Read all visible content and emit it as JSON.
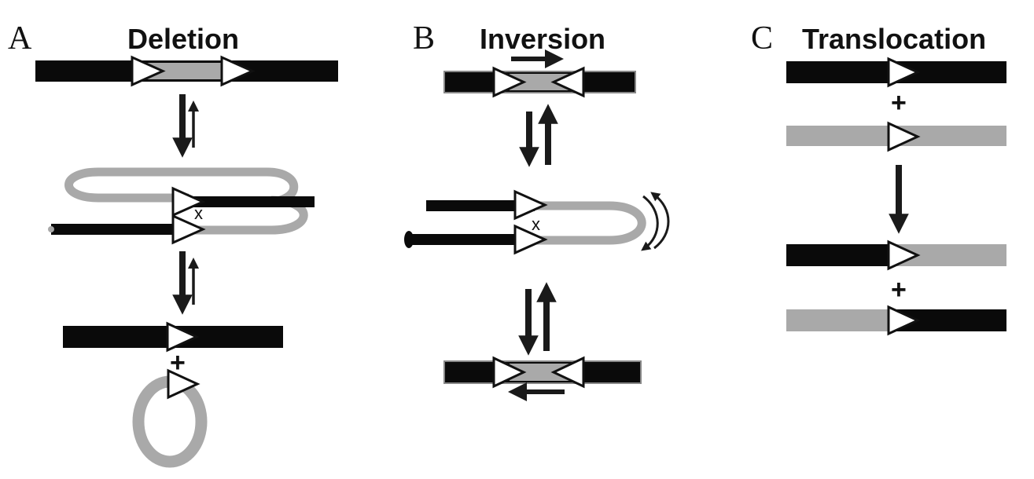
{
  "panels": {
    "deletion": {
      "letter": "A",
      "title": "Deletion",
      "cross": "x",
      "plus": "+"
    },
    "inversion": {
      "letter": "B",
      "title": "Inversion",
      "cross": "x"
    },
    "translocation": {
      "letter": "C",
      "title": "Translocation",
      "plus_top": "+",
      "plus_bottom": "+"
    }
  },
  "colors": {
    "black_dna": "#0a0a0a",
    "gray_dna": "#a9a9a9",
    "site_fill": "#ffffff",
    "arrow": "#1a1a1a"
  }
}
